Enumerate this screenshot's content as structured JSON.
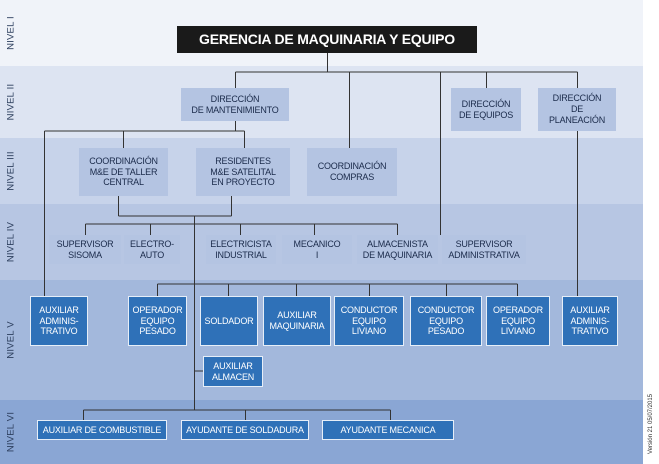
{
  "colors": {
    "band1": "#f0f3f9",
    "band2": "#dde4f2",
    "band3": "#c7d3ea",
    "band4": "#b7c6e3",
    "band5": "#a3b8dc",
    "band6": "#8aa6d4",
    "light_box": "#b4c4e2",
    "dark_box": "#2f71b8",
    "title_box": "#1a1a1a",
    "line": "#333333"
  },
  "levels": {
    "l1": "NIVEL I",
    "l2": "NIVEL II",
    "l3": "NIVEL III",
    "l4": "NIVEL IV",
    "l5": "NIVEL V",
    "l6": "NIVEL VI"
  },
  "title": "GERENCIA DE MAQUINARIA Y EQUIPO",
  "level2": {
    "mantenimiento": "DIRECCIÓN\nDE MANTENIMIENTO",
    "equipos": "DIRECCIÓN\nDE EQUIPOS",
    "planeacion": "DIRECCIÓN\nDE\nPLANEACIÓN"
  },
  "level3": {
    "coord_taller": "COORDINACIÓN\nM&E DE TALLER\nCENTRAL",
    "residentes": "RESIDENTES\nM&E SATELITAL\nEN PROYECTO",
    "coord_compras": "COORDINACIÓN\nCOMPRAS"
  },
  "level4": {
    "sup_sisoma": "SUPERVISOR\nSISOMA",
    "electroauto": "ELECTRO-\nAUTO",
    "electricista": "ELECTRICISTA\nINDUSTRIAL",
    "mecanico": "MECANICO\nI",
    "almacenista": "ALMACENISTA\nDE MAQUINARIA",
    "sup_admin": "SUPERVISOR\nADMINISTRATIVA"
  },
  "level5": {
    "aux_admin_left": "AUXILIAR\nADMINIS-\nTRATIVO",
    "op_pesado": "OPERADOR\nEQUIPO\nPESADO",
    "soldador": "SOLDADOR",
    "aux_maquinaria": "AUXILIAR\nMAQUINARIA",
    "cond_liviano": "CONDUCTOR\nEQUIPO\nLIVIANO",
    "cond_pesado": "CONDUCTOR\nEQUIPO\nPESADO",
    "op_liviano": "OPERADOR\nEQUIPO\nLIVIANO",
    "aux_admin_right": "AUXILIAR\nADMINIS-\nTRATIVO",
    "aux_almacen": "AUXILIAR\nALMACEN"
  },
  "level6": {
    "combustible": "AUXILIAR DE COMBUSTIBLE",
    "soldadura": "AYUDANTE DE SOLDADURA",
    "mecanica": "AYUDANTE MECANICA"
  },
  "version": "Versión 21 05/07/2015"
}
